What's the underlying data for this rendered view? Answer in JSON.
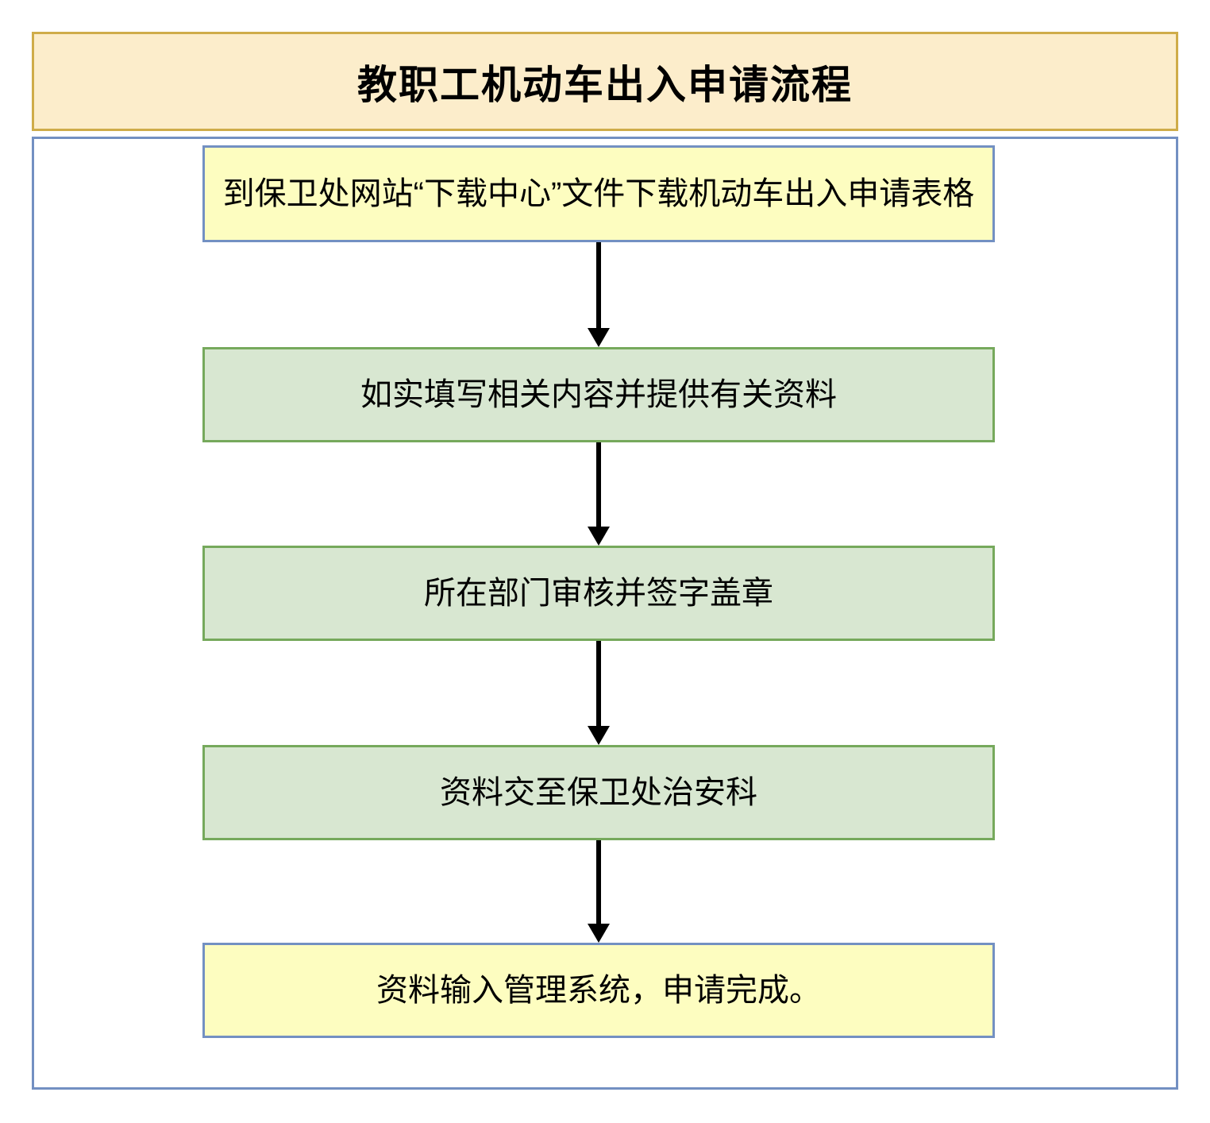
{
  "title": {
    "text": "教职工机动车出入申请流程"
  },
  "flow": {
    "connector": "down-arrow",
    "steps": [
      {
        "text": "到保卫处网站“下载中心”文件下载机动车出入申请表格",
        "style": "yellow"
      },
      {
        "text": "如实填写相关内容并提供有关资料",
        "style": "green"
      },
      {
        "text": "所在部门审核并签字盖章",
        "style": "green"
      },
      {
        "text": "资料交至保卫处治安科",
        "style": "green"
      },
      {
        "text": "资料输入管理系统，申请完成。",
        "style": "yellow"
      }
    ]
  },
  "colors": {
    "banner_fill": "#fcedcb",
    "banner_border": "#cfac49",
    "container_border": "#7390c2",
    "yellow_fill": "#fdfdc0",
    "green_fill": "#d8e7d1",
    "green_border": "#76a95c",
    "arrow_color": "#000000"
  }
}
